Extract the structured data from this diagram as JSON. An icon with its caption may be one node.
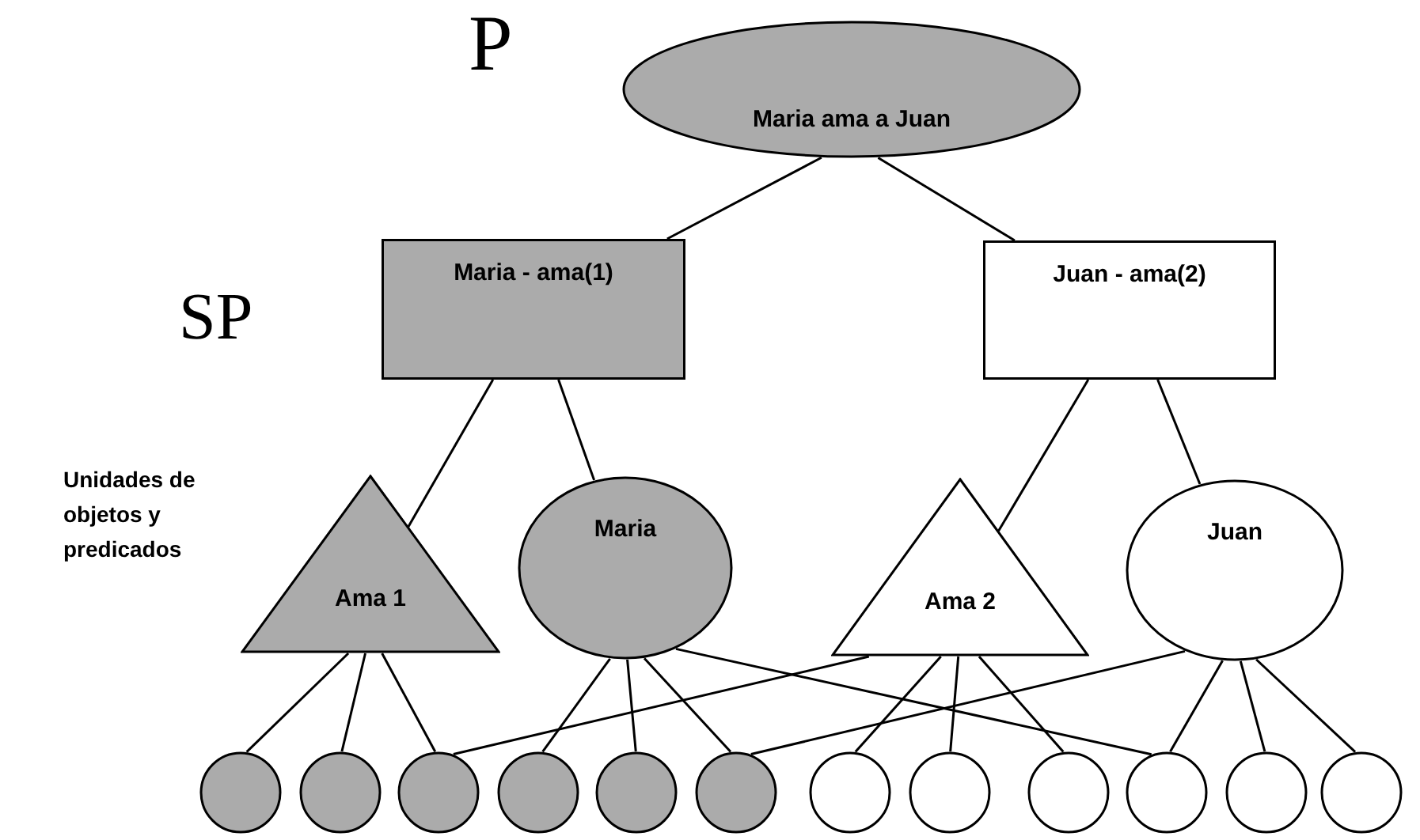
{
  "diagram": {
    "nodes": [
      {
        "text": [
          "Maria ama a Juan"
        ]
      },
      {
        "text": [
          "Maria - ama(1)"
        ]
      },
      {
        "text": [
          "Juan - ama(2)"
        ]
      },
      {
        "text": [
          "Ama 1"
        ]
      },
      {
        "text": [
          "Maria"
        ]
      },
      {
        "text": [
          "Ama 2"
        ]
      },
      {
        "text": [
          "Juan"
        ]
      },
      {
        "text": [],
        "shape": "circle"
      },
      {
        "text": [],
        "shape": "circle"
      },
      {
        "text": [],
        "shape": "circle"
      },
      {
        "text": [],
        "shape": "circle"
      },
      {
        "text": [],
        "shape": "circle"
      },
      {
        "text": [],
        "shape": "circle"
      },
      {
        "text": [],
        "shape": "circle"
      },
      {
        "text": [],
        "shape": "circle"
      },
      {
        "text": [],
        "shape": "circle"
      },
      {
        "text": [],
        "shape": "circle"
      },
      {
        "text": [],
        "shape": "circle"
      },
      {
        "text": [],
        "shape": "circle"
      }
    ],
    "edges": [
      {
        "from": 0,
        "to": 1,
        "arrow": "none"
      },
      {
        "from": 0,
        "to": 2,
        "arrow": "none"
      },
      {
        "from": 1,
        "to": 3,
        "arrow": "none"
      },
      {
        "from": 1,
        "to": 4,
        "arrow": "none"
      },
      {
        "from": 2,
        "to": 5,
        "arrow": "none"
      },
      {
        "from": 2,
        "to": 6,
        "arrow": "none"
      },
      {
        "from": 3,
        "to": 7,
        "arrow": "none"
      },
      {
        "from": 3,
        "to": 8,
        "arrow": "none"
      },
      {
        "from": 3,
        "to": 9,
        "arrow": "none"
      },
      {
        "from": 5,
        "to": 9,
        "arrow": "none"
      },
      {
        "from": 4,
        "to": 10,
        "arrow": "none"
      },
      {
        "from": 4,
        "to": 11,
        "arrow": "none"
      },
      {
        "from": 4,
        "to": 12,
        "arrow": "none"
      },
      {
        "from": 4,
        "to": 16,
        "arrow": "none"
      },
      {
        "from": 6,
        "to": 12,
        "arrow": "none"
      },
      {
        "from": 5,
        "to": 13,
        "arrow": "none"
      },
      {
        "from": 5,
        "to": 14,
        "arrow": "none"
      },
      {
        "from": 5,
        "to": 15,
        "arrow": "none"
      },
      {
        "from": 6,
        "to": 16,
        "arrow": "none"
      },
      {
        "from": 6,
        "to": 17,
        "arrow": "none"
      },
      {
        "from": 6,
        "to": 18,
        "arrow": "none"
      }
    ],
    "labels": [
      "P",
      "SP",
      "Unidades de objetos y predicados"
    ]
  }
}
